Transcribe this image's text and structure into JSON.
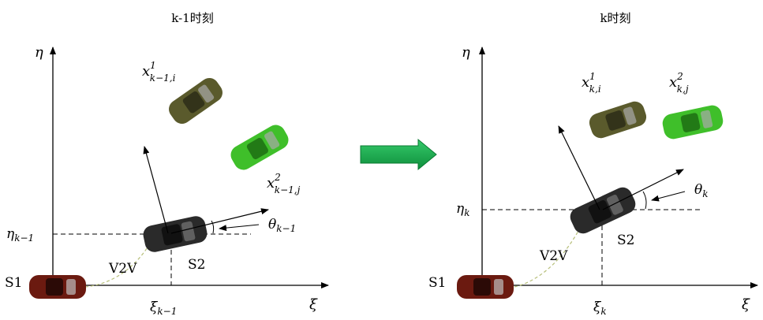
{
  "panels": {
    "left": {
      "title": "k-1时刻",
      "axis_eta": "η",
      "axis_xi": "ξ",
      "eta_mark": "η",
      "eta_sub": "k−1",
      "xi_mark": "ξ",
      "xi_sub": "k−1",
      "theta": "θ",
      "theta_sub": "k−1",
      "s1": "S1",
      "s2": "S2",
      "v2v": "V2V",
      "target1": {
        "base": "x",
        "sup": "1",
        "sub": "k−1,i"
      },
      "target2": {
        "base": "x",
        "sup": "2",
        "sub": "k−1,j"
      }
    },
    "right": {
      "title": "k时刻",
      "axis_eta": "η",
      "axis_xi": "ξ",
      "eta_mark": "η",
      "eta_sub": "k",
      "xi_mark": "ξ",
      "xi_sub": "k",
      "theta": "θ",
      "theta_sub": "k",
      "s1": "S1",
      "s2": "S2",
      "v2v": "V2V",
      "target1": {
        "base": "x",
        "sup": "1",
        "sub": "k,i"
      },
      "target2": {
        "base": "x",
        "sup": "2",
        "sub": "k,j"
      }
    }
  },
  "colors": {
    "transition_arrow": "#1aa84a",
    "car_s1": "#6b1a10",
    "car_s2": "#2a2a2a",
    "car_target1": "#5a5a2c",
    "car_target2": "#3fbf2a",
    "v2v_link": "#b7bf7a"
  }
}
